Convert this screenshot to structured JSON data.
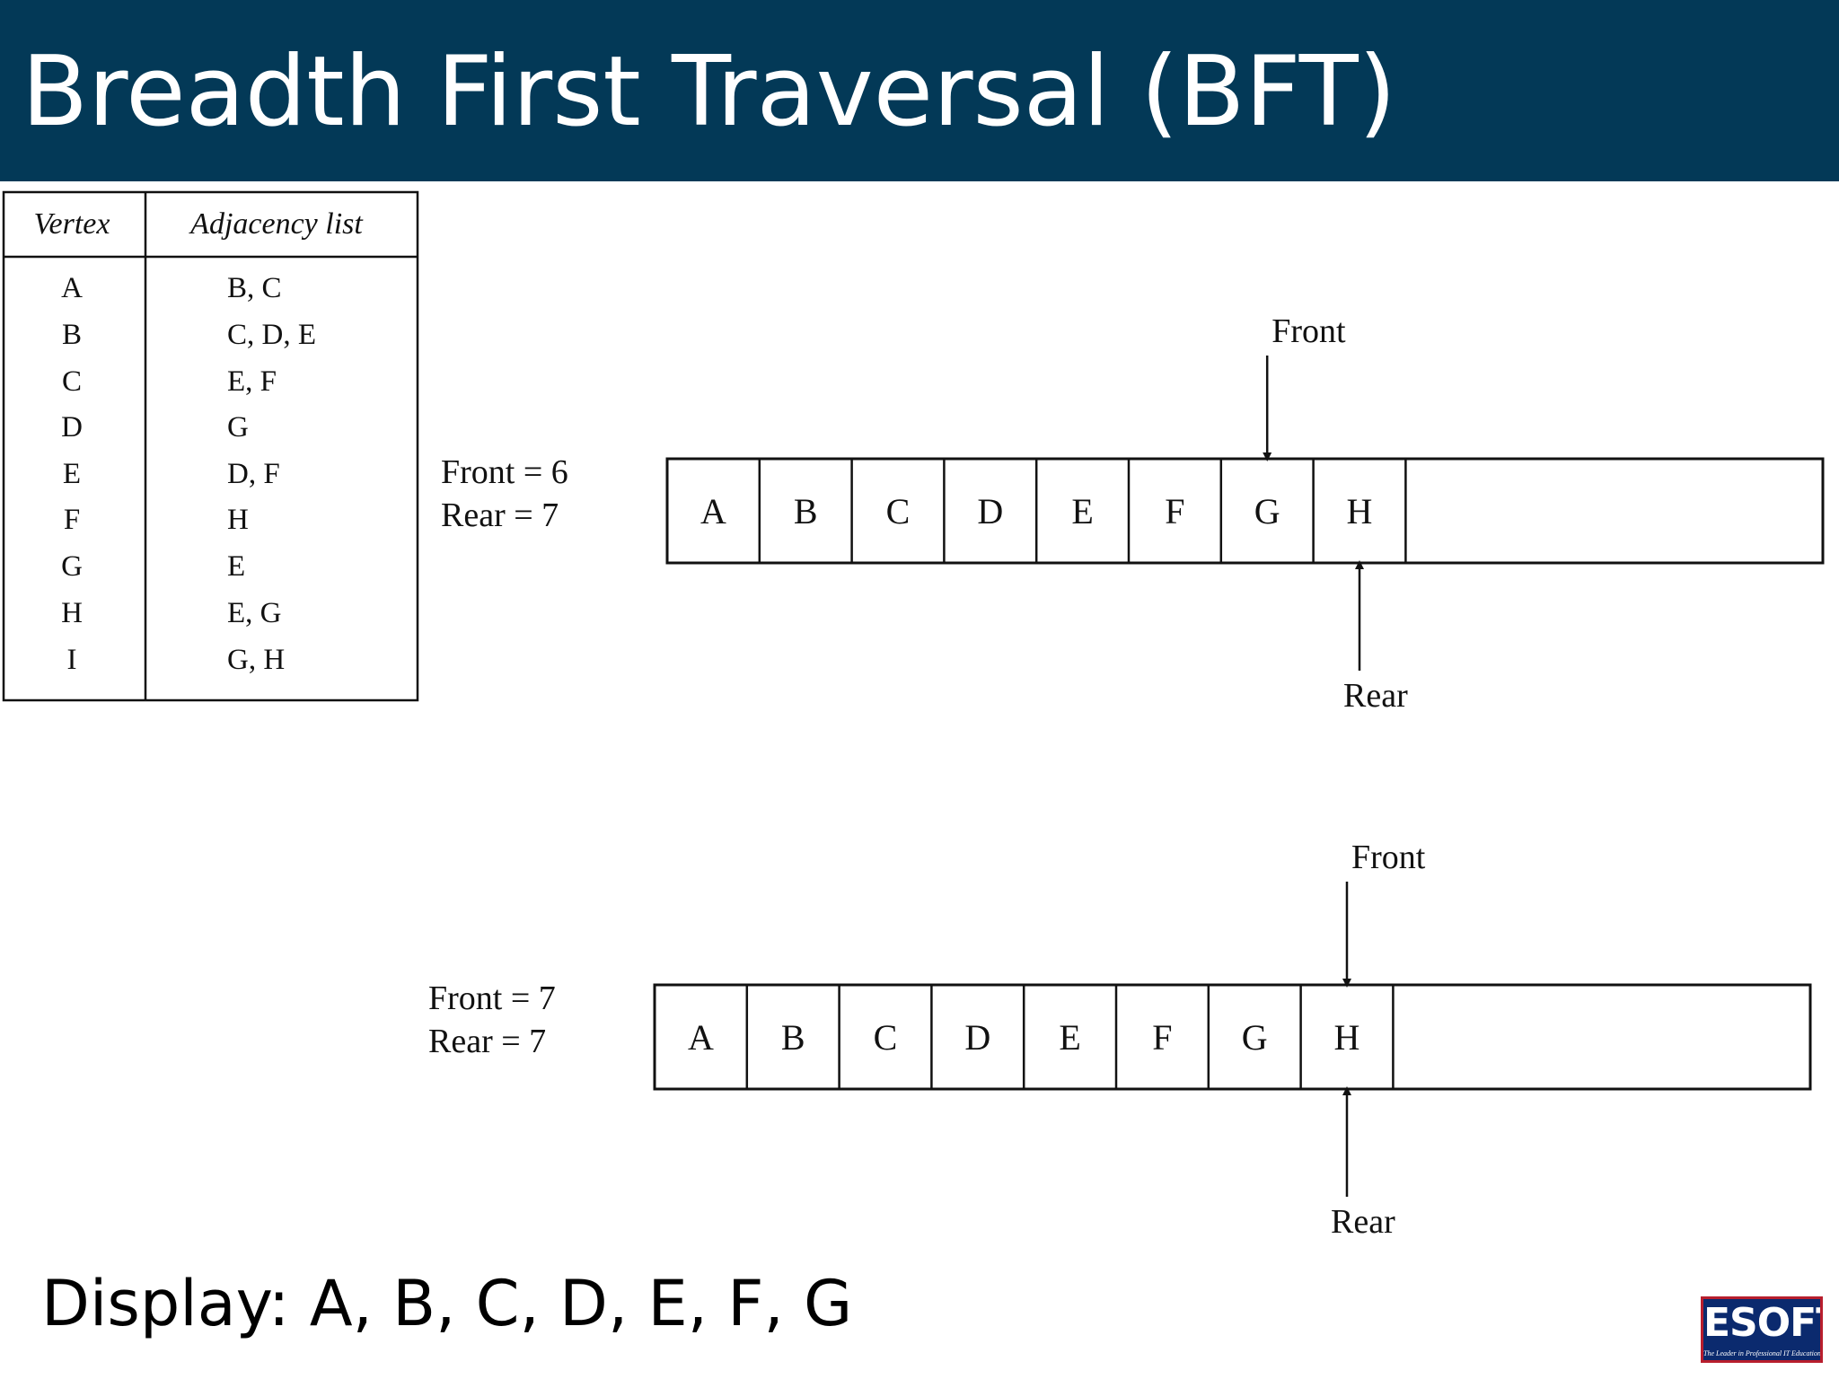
{
  "title": "Breadth First Traversal (BFT)",
  "adjacency_table": {
    "headers": [
      "Vertex",
      "Adjacency list"
    ],
    "rows": [
      [
        "A",
        "B, C"
      ],
      [
        "B",
        "C, D, E"
      ],
      [
        "C",
        "E, F"
      ],
      [
        "D",
        "G"
      ],
      [
        "E",
        "D, F"
      ],
      [
        "F",
        "H"
      ],
      [
        "G",
        "E"
      ],
      [
        "H",
        "E, G"
      ],
      [
        "I",
        "G, H"
      ]
    ]
  },
  "queues": [
    {
      "front_label": "Front = 6",
      "rear_label": "Rear = 7",
      "cells": [
        "A",
        "B",
        "C",
        "D",
        "E",
        "F",
        "G",
        "H"
      ],
      "front_index": 6,
      "rear_index": 7,
      "front_marker": "Front",
      "rear_marker": "Rear"
    },
    {
      "front_label": "Front = 7",
      "rear_label": "Rear = 7",
      "cells": [
        "A",
        "B",
        "C",
        "D",
        "E",
        "F",
        "G",
        "H"
      ],
      "front_index": 7,
      "rear_index": 7,
      "front_marker": "Front",
      "rear_marker": "Rear"
    }
  ],
  "display_text": "Display: A, B, C, D, E, F, G",
  "logo": {
    "text": "ESOFT",
    "tagline": "The Leader in Professional IT Education",
    "colors": {
      "background": "#0b2a6e",
      "border": "#b81e2d"
    }
  },
  "colors": {
    "title_bar": "#033957",
    "title_text": "#ffffff"
  }
}
